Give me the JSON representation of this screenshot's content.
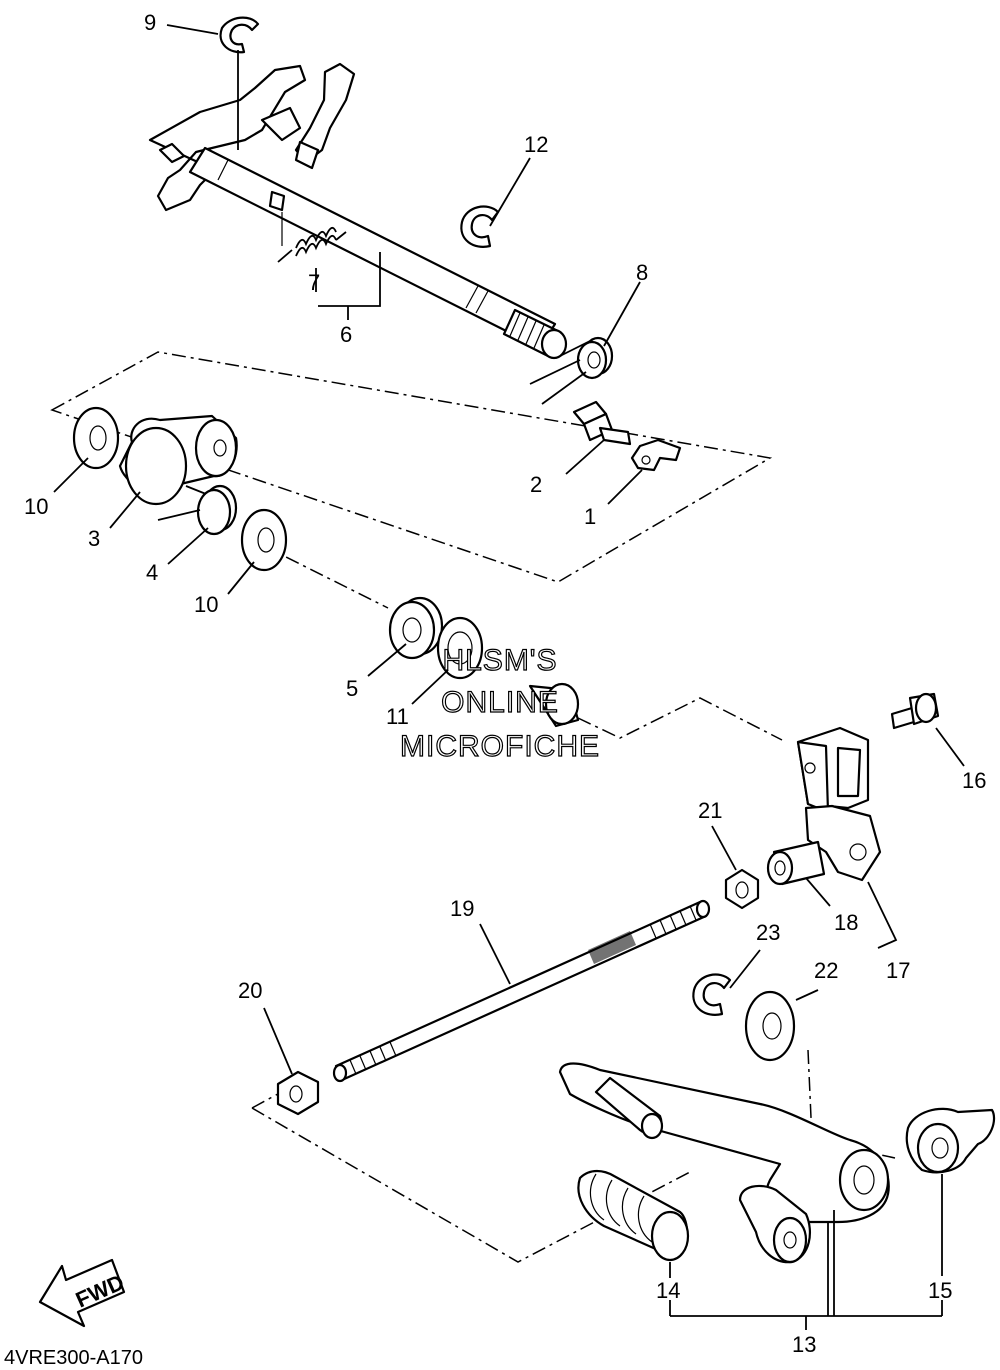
{
  "diagram_code": "4VRE300-A170",
  "watermark": [
    "HLSM'S",
    "ONLINE",
    "MICROFICHE"
  ],
  "fwd_label": "FWD",
  "callouts": {
    "n1": "1",
    "n2": "2",
    "n3": "3",
    "n4": "4",
    "n5": "5",
    "n6": "6",
    "n7": "7",
    "n8": "8",
    "n9": "9",
    "n10a": "10",
    "n10b": "10",
    "n11": "11",
    "n12": "12",
    "n13": "13",
    "n14": "14",
    "n15": "15",
    "n16": "16",
    "n17": "17",
    "n18": "18",
    "n19": "19",
    "n20": "20",
    "n21": "21",
    "n22": "22",
    "n23": "23"
  }
}
